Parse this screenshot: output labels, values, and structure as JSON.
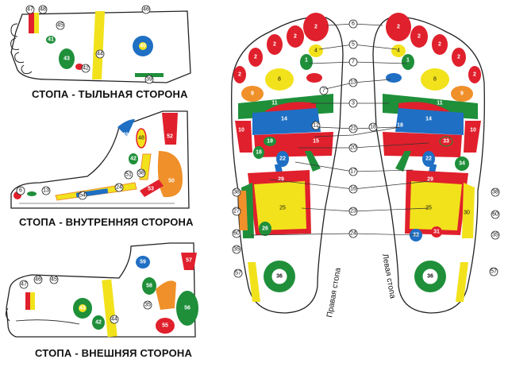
{
  "captions": {
    "top_view": "СТОПА - ТЫЛЬНАЯ СТОРОНА",
    "inner_view": "СТОПА - ВНУТРЕННЯЯ СТОРОНА",
    "outer_view": "СТОПА - ВНЕШНЯЯ СТОРОНА",
    "right_foot": "Правая стопа",
    "left_foot": "Левая стопа"
  },
  "colors": {
    "red": "#e0202c",
    "yellow": "#f2e21c",
    "green": "#1f8f3a",
    "blue": "#1f6fc4",
    "orange": "#f0902a",
    "pink": "#e8607a",
    "outline": "#222222"
  },
  "center_labels": [
    "6",
    "5",
    "7",
    "13",
    "3",
    "21",
    "18",
    "20",
    "17",
    "16",
    "23",
    "24"
  ],
  "top_view_points": [
    "47",
    "48",
    "46",
    "45",
    "41",
    "43",
    "44",
    "40",
    "42",
    "39"
  ],
  "inner_view_points": [
    "49",
    "52",
    "48",
    "42",
    "51",
    "38",
    "50",
    "53",
    "6",
    "13",
    "54",
    "24"
  ],
  "outer_view_points": [
    "47",
    "46",
    "45",
    "43",
    "44",
    "42",
    "59",
    "58",
    "57",
    "56",
    "55",
    "35"
  ],
  "right_foot_points": [
    "2",
    "2",
    "2",
    "2",
    "2",
    "4",
    "1",
    "3",
    "8",
    "9",
    "7",
    "11",
    "10",
    "14",
    "12",
    "19",
    "15",
    "22",
    "18",
    "29",
    "25",
    "26",
    "36",
    "38",
    "27",
    "60",
    "35",
    "57"
  ],
  "left_foot_points": [
    "2",
    "2",
    "2",
    "2",
    "2",
    "4",
    "1",
    "3",
    "8",
    "9",
    "11",
    "10",
    "14",
    "18",
    "33",
    "22",
    "34",
    "29",
    "25",
    "30",
    "32",
    "31",
    "36",
    "38",
    "60",
    "35",
    "57"
  ]
}
